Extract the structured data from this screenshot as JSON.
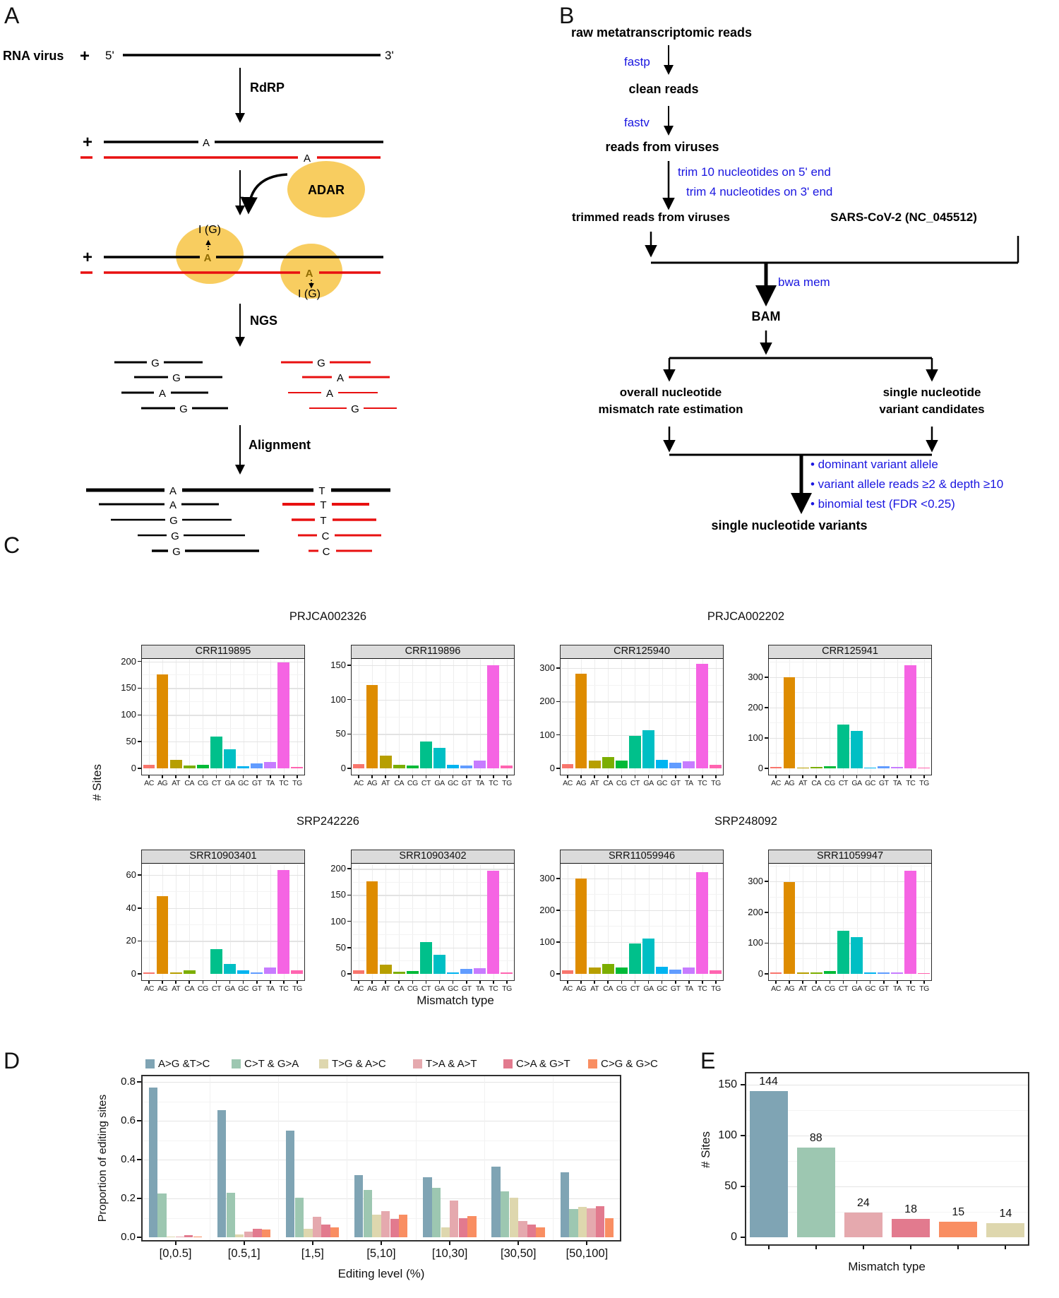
{
  "panels": {
    "A": "A",
    "B": "B",
    "C": "C",
    "D": "D",
    "E": "E"
  },
  "panelA": {
    "rna_virus": "RNA  virus",
    "plus": "+",
    "five_prime": "5'",
    "three_prime": "3'",
    "rdrp": "RdRP",
    "adar": "ADAR",
    "ig": "I (G)",
    "ngs": "NGS",
    "alignment": "Alignment",
    "plus_strand_base": "A",
    "minus_strand_base": "A",
    "edited_plus_base": "A",
    "edited_minus_base": "A",
    "ngs_reads_plus": [
      "G",
      "G",
      "A",
      "G"
    ],
    "ngs_reads_minus": [
      "G",
      "A",
      "A",
      "G"
    ],
    "consensus_bases": [
      "A",
      "T"
    ],
    "aligned_reads_plus": [
      "A",
      "G",
      "G",
      "G"
    ],
    "aligned_reads_minus": [
      "T",
      "T",
      "C",
      "C"
    ]
  },
  "panelB": {
    "raw": "raw metatranscriptomic reads",
    "fastp": "fastp",
    "clean": "clean reads",
    "fastv": "fastv",
    "reads_viruses": "reads from viruses",
    "trim5": "trim 10 nucleotides on 5' end",
    "trim3": "trim 4 nucleotides on 3' end",
    "trimmed": "trimmed reads from viruses",
    "reference": "SARS-CoV-2  (NC_045512)",
    "bwa": "bwa mem",
    "bam": "BAM",
    "overall1": "overall  nucleotide",
    "overall2": "mismatch rate estimation",
    "single1": "single nucleotide",
    "single2": "variant  candidates",
    "bullet1": "• dominant  variant  allele",
    "bullet2": "• variant allele reads ≥2 & depth ≥10",
    "bullet3": "• binomial test   (FDR <0.25)",
    "snv": "single nucleotide variants",
    "accent_blue": "#1a16e0"
  },
  "chart_data": [
    {
      "id": "panelC",
      "type": "bar",
      "ylabel": "# Sites",
      "xlabel": "Mismatch type",
      "categories": [
        "AC",
        "AG",
        "AT",
        "CA",
        "CG",
        "CT",
        "GA",
        "GC",
        "GT",
        "TA",
        "TC",
        "TG"
      ],
      "colors": [
        "#F8766D",
        "#DE8C00",
        "#B79F00",
        "#7CAE00",
        "#00BA38",
        "#00C08B",
        "#00BFC4",
        "#00B4F0",
        "#619CFF",
        "#C77CFF",
        "#F564E3",
        "#FF64B0"
      ],
      "grid": true,
      "groups": [
        {
          "title": "PRJCA002326",
          "charts": [
            {
              "name": "CRR119895",
              "yticks": [
                0,
                50,
                100,
                150,
                200
              ],
              "ylim_top": 202,
              "values": [
                7,
                175,
                16,
                5,
                7,
                60,
                35,
                4,
                9,
                12,
                198,
                3
              ]
            },
            {
              "name": "CRR119896",
              "yticks": [
                0,
                50,
                100,
                150
              ],
              "ylim_top": 157,
              "values": [
                6,
                121,
                18,
                5,
                4,
                39,
                30,
                5,
                4,
                11,
                150,
                4
              ]
            }
          ]
        },
        {
          "title": "PRJCA002202",
          "charts": [
            {
              "name": "CRR125940",
              "yticks": [
                0,
                100,
                200,
                300
              ],
              "ylim_top": 323,
              "values": [
                13,
                282,
                23,
                33,
                23,
                97,
                113,
                26,
                17,
                21,
                312,
                11
              ]
            },
            {
              "name": "CRR125941",
              "yticks": [
                0,
                100,
                200,
                300
              ],
              "ylim_top": 355,
              "values": [
                4,
                300,
                3,
                5,
                8,
                143,
                124,
                3,
                6,
                5,
                338,
                1
              ]
            }
          ]
        },
        {
          "title": "SRP242226",
          "charts": [
            {
              "name": "SRR10903401",
              "yticks": [
                0,
                20,
                40,
                60
              ],
              "ylim_top": 66,
              "values": [
                1,
                47,
                1,
                2,
                0,
                15,
                6,
                2,
                1,
                4,
                63,
                2
              ]
            },
            {
              "name": "SRR10903402",
              "yticks": [
                0,
                50,
                100,
                150,
                200
              ],
              "ylim_top": 207,
              "values": [
                7,
                176,
                17,
                4,
                6,
                60,
                36,
                3,
                9,
                11,
                196,
                3
              ]
            }
          ]
        },
        {
          "title": "SRP248092",
          "charts": [
            {
              "name": "SRR11059946",
              "yticks": [
                0,
                100,
                200,
                300
              ],
              "ylim_top": 342,
              "values": [
                10,
                300,
                21,
                32,
                21,
                95,
                112,
                23,
                14,
                19,
                320,
                10
              ]
            },
            {
              "name": "SRR11059947",
              "yticks": [
                0,
                100,
                200,
                300
              ],
              "ylim_top": 353,
              "values": [
                5,
                298,
                4,
                4,
                10,
                140,
                120,
                4,
                5,
                4,
                335,
                1
              ]
            }
          ]
        }
      ]
    },
    {
      "id": "panelD",
      "type": "grouped-bar",
      "ylabel": "Proportion of editing sites",
      "xlabel": "Editing level (%)",
      "yticks": [
        "0.0",
        "0.2",
        "0.4",
        "0.6",
        "0.8"
      ],
      "ylim": [
        0,
        0.8
      ],
      "categories": [
        "[0,0.5]",
        "[0.5,1]",
        "[1,5]",
        "[5,10]",
        "[10,30]",
        "[30,50]",
        "[50,100]"
      ],
      "legend_position": "top",
      "series": [
        {
          "name": "A>G &T>C",
          "color": "#7FA4B4",
          "values": [
            0.77,
            0.655,
            0.55,
            0.32,
            0.31,
            0.365,
            0.335
          ]
        },
        {
          "name": "C>T & G>A",
          "color": "#9DC7B1",
          "values": [
            0.225,
            0.23,
            0.205,
            0.245,
            0.255,
            0.235,
            0.145
          ]
        },
        {
          "name": "T>G & A>C",
          "color": "#DED7AE",
          "values": [
            0.005,
            0.015,
            0.045,
            0.115,
            0.05,
            0.205,
            0.155
          ]
        },
        {
          "name": "T>A & A>T",
          "color": "#E5A9AE",
          "values": [
            0.005,
            0.03,
            0.105,
            0.135,
            0.19,
            0.085,
            0.15
          ]
        },
        {
          "name": "C>A & G>T",
          "color": "#E27A8E",
          "values": [
            0.01,
            0.045,
            0.065,
            0.095,
            0.1,
            0.065,
            0.16
          ]
        },
        {
          "name": "C>G & G>C",
          "color": "#F98E62",
          "values": [
            0.005,
            0.04,
            0.05,
            0.115,
            0.11,
            0.05,
            0.1
          ]
        }
      ]
    },
    {
      "id": "panelE",
      "type": "bar",
      "ylabel": "# Sites",
      "xlabel": "Mismatch type",
      "yticks": [
        0,
        50,
        100,
        150
      ],
      "ylim": [
        0,
        155
      ],
      "bars": [
        {
          "label": "144",
          "value": 144,
          "color": "#7FA4B4"
        },
        {
          "label": "88",
          "value": 88,
          "color": "#9DC7B1"
        },
        {
          "label": "24",
          "value": 24,
          "color": "#E5A9AE"
        },
        {
          "label": "18",
          "value": 18,
          "color": "#E27A8E"
        },
        {
          "label": "15",
          "value": 15,
          "color": "#F98E62"
        },
        {
          "label": "14",
          "value": 14,
          "color": "#DED7AE"
        }
      ]
    }
  ]
}
